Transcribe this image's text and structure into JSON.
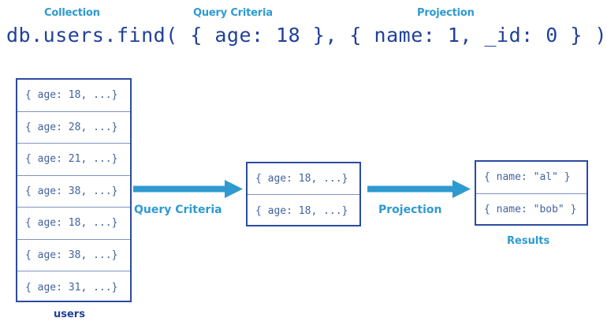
{
  "colors": {
    "accent_light_blue": "#2e9ad0",
    "dark_navy": "#21409a",
    "box_border": "#2b4ba0",
    "row_text": "#44629e",
    "row_divider": "#7f93c4",
    "background": "#ffffff"
  },
  "annotations": {
    "collection": "Collection",
    "query_criteria": "Query Criteria",
    "projection": "Projection"
  },
  "query": {
    "text": "db.users.find( { age: 18 }, { name: 1, _id: 0 } )"
  },
  "groups": {
    "users": {
      "caption": "users",
      "rows": [
        "{ age: 18, ...}",
        "{ age: 28, ...}",
        "{ age: 21, ...}",
        "{ age: 38, ...}",
        "{ age: 18, ...}",
        "{ age: 38, ...}",
        "{ age: 31, ...}"
      ]
    },
    "matched": {
      "caption": "",
      "rows": [
        "{ age: 18, ...}",
        "{ age: 18, ...}"
      ]
    },
    "results": {
      "caption": "Results",
      "rows": [
        "{ name: \"al\" }",
        "{ name: \"bob\" }"
      ]
    }
  },
  "arrows": [
    {
      "label": "Query Criteria",
      "icon": "arrow-right-icon"
    },
    {
      "label": "Projection",
      "icon": "arrow-right-icon"
    }
  ]
}
